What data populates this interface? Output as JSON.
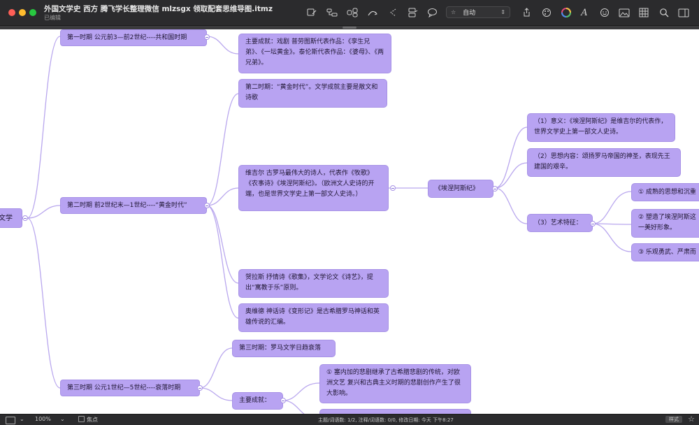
{
  "window": {
    "title": "外国文学史 西方 腾飞学长整理微信 mlzsgx 领取配套思维导图.itmz",
    "subtitle": "已编辑"
  },
  "toolbar": {
    "icons": [
      "topic-add-icon",
      "subtopic-icon",
      "relationship-icon",
      "boundary-icon",
      "summary-icon",
      "callout-icon",
      "notes-icon"
    ],
    "layout_label": "自动",
    "right_icons": [
      "share-icon",
      "theme-icon",
      "color-wheel-icon",
      "font-icon",
      "emoji-icon",
      "image-icon",
      "table-icon",
      "search-icon",
      "sidebar-icon"
    ]
  },
  "map": {
    "root_label": "文学",
    "period1": {
      "label": "第一时期 公元前3—前2世纪----共和国时期",
      "achievement": "主要成就：戏剧 普劳图斯代表作品：《孪生兄弟》、《一坛黄金》。泰伦斯代表作品：《婆母》、《两兄弟》。"
    },
    "period2": {
      "label": "第二时期 前2世纪末—1世纪----“黄金时代”",
      "golden_age": "第二时期：“黄金时代”。文学成就主要是散文和诗歌",
      "virgil": "维吉尔 古罗马最伟大的诗人，代表作《牧歌》《农事诗》《埃涅阿斯纪》。（欧洲文人史诗的开端，也是世界文学史上第一部文人史诗。）",
      "aeneid": "《埃涅阿斯纪》",
      "meaning": "（1）意义：《埃涅阿斯纪》是维吉尔的代表作，世界文学史上第一部文人史诗。",
      "thought": "（2）思想内容：颂扬罗马帝国的神圣，表现先王建国的艰辛。",
      "art": "（3）艺术特征：",
      "art_items": [
        "① 成熟的思想和沉重",
        "② 塑造了埃涅阿斯这一美好形象。",
        "③ 乐观勇武、严肃而"
      ],
      "horace": "贺拉斯 抒情诗《歌集》，文学论文《诗艺》，提出“寓教于乐”原则。",
      "ovid": "奥维德 神话诗《变形记》是古希腊罗马神话和英雄传说的汇编。"
    },
    "period3": {
      "label": "第三时期 公元1世纪—5世纪----衰落时期",
      "decline": "第三时期：罗马文学日趋衰落",
      "achievement": "主要成就：",
      "seneca": "① 塞内加的悲剧继承了古希腊悲剧的传统，对欧洲文艺 复兴和古典主义时期的悲剧创作产生了很大影响。"
    }
  },
  "statusbar": {
    "zoom": "100%",
    "focus_label": "焦点",
    "stats": "主题/词语数: 1/2, 注释/词语数: 0/0, 修改日期: 今天 下午8:27",
    "style_button": "样式"
  }
}
